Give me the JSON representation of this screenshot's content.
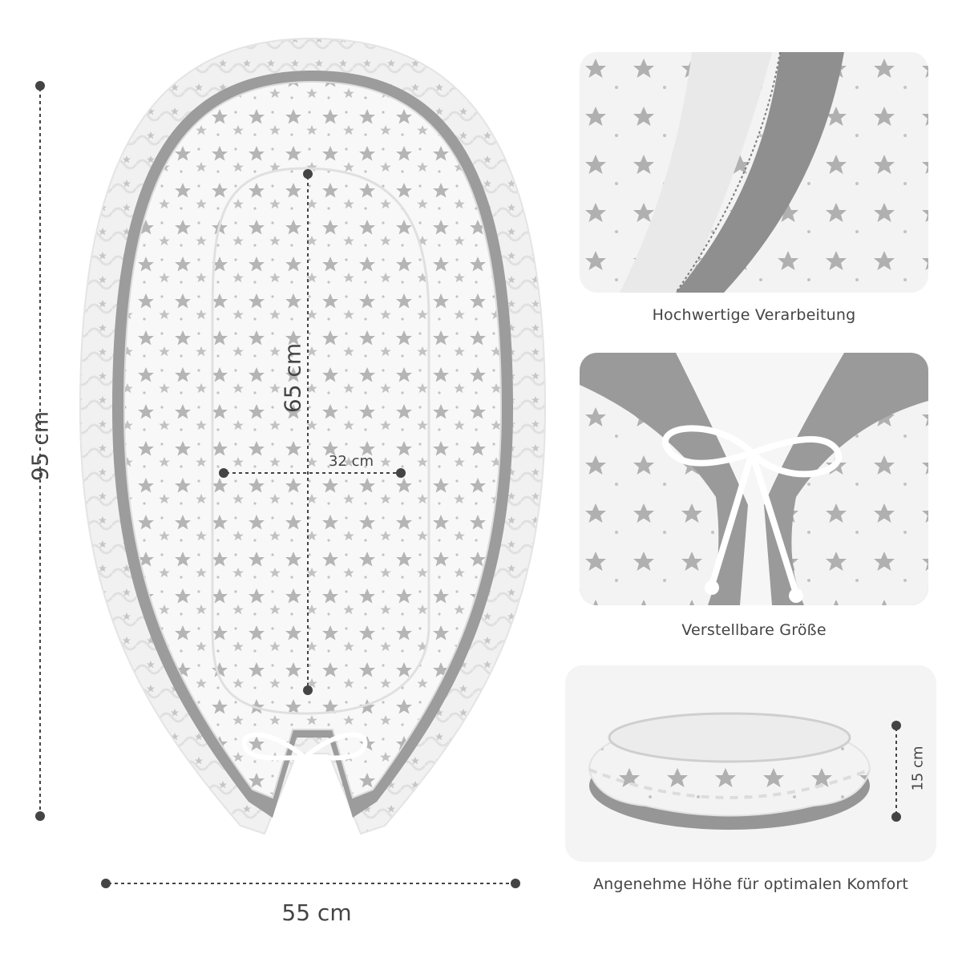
{
  "dimensions": {
    "height_total": "95 cm",
    "width_total": "55 cm",
    "inner_length": "65 cm",
    "inner_width": "32 cm",
    "side_height": "15 cm"
  },
  "features": [
    {
      "caption": "Hochwertige Verarbeitung"
    },
    {
      "caption": "Verstellbare Größe"
    },
    {
      "caption": "Angenehme Höhe für optimalen Komfort"
    }
  ],
  "colors": {
    "grey_fabric": "#9a9a9a",
    "light_fabric": "#f3f3f3",
    "star": "#a9a9a9",
    "line": "#444444"
  }
}
